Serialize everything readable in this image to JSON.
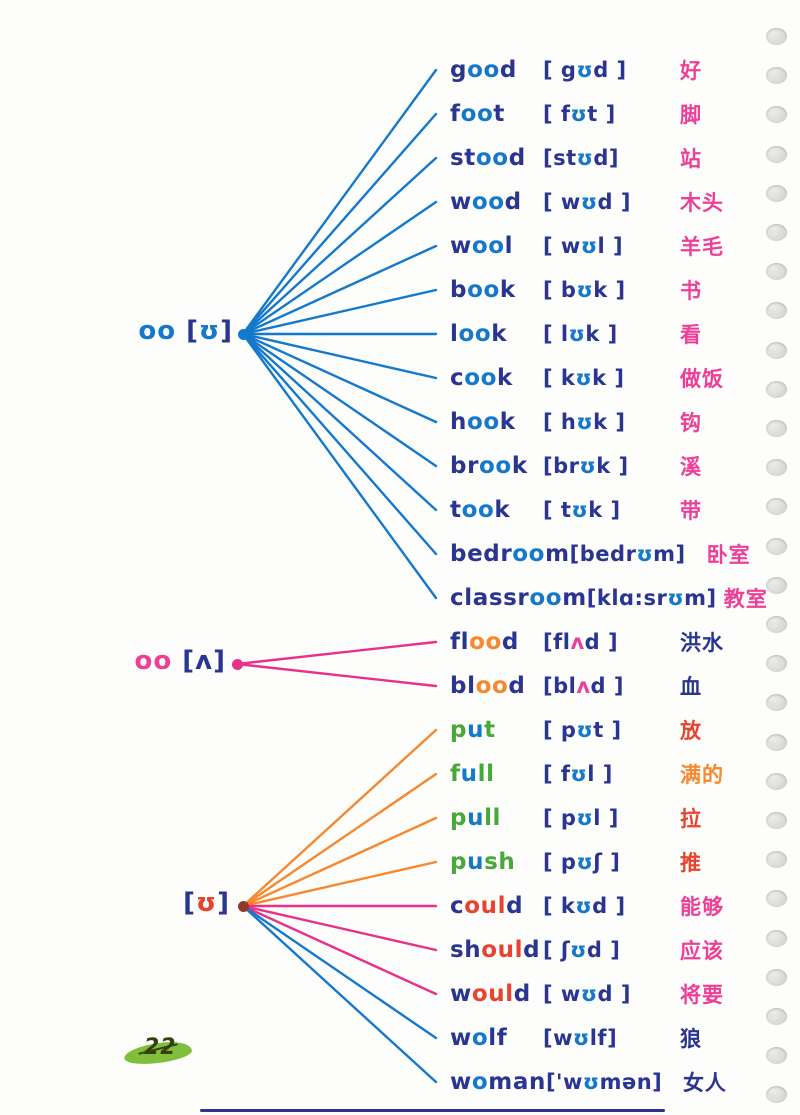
{
  "page": {
    "number": "22"
  },
  "colors": {
    "navy": "#2a3592",
    "blue": "#1479cc",
    "pink": "#ee3f97",
    "deep_pink": "#e9308a",
    "orange": "#f6882f",
    "red": "#e8432e",
    "green": "#49a83a",
    "maroon": "#8f3a28",
    "highlight_green": "#76b82a"
  },
  "binding": {
    "hole_count": 28
  },
  "groups": [
    {
      "label": [
        [
          "oo",
          "blue"
        ],
        [
          " [",
          "navy"
        ],
        [
          "ʊ",
          "blue"
        ],
        [
          "]",
          "navy"
        ]
      ],
      "line": "blue",
      "dot": "blue",
      "rows": [
        {
          "word": [
            [
              "g",
              "navy"
            ],
            [
              "oo",
              "blue"
            ],
            [
              "d",
              "navy"
            ]
          ],
          "phonetic": [
            [
              "[ g",
              "navy"
            ],
            [
              "ʊ",
              "blue"
            ],
            [
              "d ]",
              "navy"
            ]
          ],
          "meaning": [
            [
              "好",
              "pink"
            ]
          ]
        },
        {
          "word": [
            [
              "f",
              "navy"
            ],
            [
              "oo",
              "blue"
            ],
            [
              "t",
              "navy"
            ]
          ],
          "phonetic": [
            [
              "[ f",
              "navy"
            ],
            [
              "ʊ",
              "blue"
            ],
            [
              "t ]",
              "navy"
            ]
          ],
          "meaning": [
            [
              "脚",
              "pink"
            ]
          ]
        },
        {
          "word": [
            [
              "st",
              "navy"
            ],
            [
              "oo",
              "blue"
            ],
            [
              "d",
              "navy"
            ]
          ],
          "phonetic": [
            [
              "[st",
              "navy"
            ],
            [
              "ʊ",
              "blue"
            ],
            [
              "d]",
              "navy"
            ]
          ],
          "meaning": [
            [
              "站",
              "pink"
            ]
          ]
        },
        {
          "word": [
            [
              "w",
              "navy"
            ],
            [
              "oo",
              "blue"
            ],
            [
              "d",
              "navy"
            ]
          ],
          "phonetic": [
            [
              "[ w",
              "navy"
            ],
            [
              "ʊ",
              "blue"
            ],
            [
              "d ]",
              "navy"
            ]
          ],
          "meaning": [
            [
              "木头",
              "pink"
            ]
          ]
        },
        {
          "word": [
            [
              "w",
              "navy"
            ],
            [
              "oo",
              "blue"
            ],
            [
              "l",
              "navy"
            ]
          ],
          "phonetic": [
            [
              "[ w",
              "navy"
            ],
            [
              "ʊ",
              "blue"
            ],
            [
              "l ]",
              "navy"
            ]
          ],
          "meaning": [
            [
              "羊毛",
              "pink"
            ]
          ]
        },
        {
          "word": [
            [
              "b",
              "navy"
            ],
            [
              "oo",
              "blue"
            ],
            [
              "k",
              "navy"
            ]
          ],
          "phonetic": [
            [
              "[ b",
              "navy"
            ],
            [
              "ʊ",
              "blue"
            ],
            [
              "k ]",
              "navy"
            ]
          ],
          "meaning": [
            [
              "书",
              "pink"
            ]
          ]
        },
        {
          "word": [
            [
              "l",
              "navy"
            ],
            [
              "oo",
              "blue"
            ],
            [
              "k",
              "navy"
            ]
          ],
          "phonetic": [
            [
              "[ l",
              "navy"
            ],
            [
              "ʊ",
              "blue"
            ],
            [
              "k ]",
              "navy"
            ]
          ],
          "meaning": [
            [
              "看",
              "pink"
            ]
          ]
        },
        {
          "word": [
            [
              "c",
              "navy"
            ],
            [
              "oo",
              "blue"
            ],
            [
              "k",
              "navy"
            ]
          ],
          "phonetic": [
            [
              "[ k",
              "navy"
            ],
            [
              "ʊ",
              "blue"
            ],
            [
              "k ]",
              "navy"
            ]
          ],
          "meaning": [
            [
              "做饭",
              "pink"
            ]
          ]
        },
        {
          "word": [
            [
              "h",
              "navy"
            ],
            [
              "oo",
              "blue"
            ],
            [
              "k",
              "navy"
            ]
          ],
          "phonetic": [
            [
              "[ h",
              "navy"
            ],
            [
              "ʊ",
              "blue"
            ],
            [
              "k ]",
              "navy"
            ]
          ],
          "meaning": [
            [
              "钩",
              "pink"
            ]
          ]
        },
        {
          "word": [
            [
              "br",
              "navy"
            ],
            [
              "oo",
              "blue"
            ],
            [
              "k",
              "navy"
            ]
          ],
          "phonetic": [
            [
              "[br",
              "navy"
            ],
            [
              "ʊ",
              "blue"
            ],
            [
              "k ]",
              "navy"
            ]
          ],
          "meaning": [
            [
              "溪",
              "pink"
            ]
          ]
        },
        {
          "word": [
            [
              "t",
              "navy"
            ],
            [
              "oo",
              "blue"
            ],
            [
              "k",
              "navy"
            ]
          ],
          "phonetic": [
            [
              "[ t",
              "navy"
            ],
            [
              "ʊ",
              "blue"
            ],
            [
              "k ]",
              "navy"
            ]
          ],
          "meaning": [
            [
              "带",
              "pink"
            ]
          ]
        },
        {
          "word": [
            [
              "bedr",
              "navy"
            ],
            [
              "oo",
              "blue"
            ],
            [
              "m",
              "navy"
            ]
          ],
          "phonetic": [
            [
              "[bedr",
              "navy"
            ],
            [
              "ʊ",
              "blue"
            ],
            [
              "m]",
              "navy"
            ]
          ],
          "meaning": [
            [
              "卧室",
              "pink"
            ]
          ]
        },
        {
          "word": [
            [
              "classr",
              "navy"
            ],
            [
              "oo",
              "blue"
            ],
            [
              "m",
              "navy"
            ]
          ],
          "phonetic": [
            [
              "[klɑ:sr",
              "navy"
            ],
            [
              "ʊ",
              "blue"
            ],
            [
              "m]",
              "navy"
            ]
          ],
          "meaning": [
            [
              "教室",
              "pink"
            ]
          ]
        }
      ]
    },
    {
      "label": [
        [
          "oo",
          "pink"
        ],
        [
          " [",
          "navy"
        ],
        [
          "ʌ",
          "navy"
        ],
        [
          "]",
          "navy"
        ]
      ],
      "line": "deep_pink",
      "dot": "deep_pink",
      "rows": [
        {
          "word": [
            [
              "fl",
              "navy"
            ],
            [
              "oo",
              "orange"
            ],
            [
              "d",
              "navy"
            ]
          ],
          "phonetic": [
            [
              "[fl",
              "navy"
            ],
            [
              "ʌ",
              "pink"
            ],
            [
              "d ]",
              "navy"
            ]
          ],
          "meaning": [
            [
              "洪水",
              "navy"
            ]
          ]
        },
        {
          "word": [
            [
              "bl",
              "navy"
            ],
            [
              "oo",
              "orange"
            ],
            [
              "d",
              "navy"
            ]
          ],
          "phonetic": [
            [
              "[bl",
              "navy"
            ],
            [
              "ʌ",
              "pink"
            ],
            [
              "d ]",
              "navy"
            ]
          ],
          "meaning": [
            [
              "血",
              "navy"
            ]
          ]
        }
      ]
    },
    {
      "label": [
        [
          "[",
          "navy"
        ],
        [
          "ʊ",
          "red"
        ],
        [
          "]",
          "navy"
        ]
      ],
      "line": "blue",
      "dot": "maroon",
      "rows": [
        {
          "line": "orange",
          "word": [
            [
              "p",
              "green"
            ],
            [
              "u",
              "blue"
            ],
            [
              "t",
              "green"
            ]
          ],
          "phonetic": [
            [
              "[ p",
              "navy"
            ],
            [
              "ʊ",
              "blue"
            ],
            [
              "t ]",
              "navy"
            ]
          ],
          "meaning": [
            [
              "放",
              "red"
            ]
          ]
        },
        {
          "line": "orange",
          "word": [
            [
              "f",
              "green"
            ],
            [
              "u",
              "blue"
            ],
            [
              "ll",
              "green"
            ]
          ],
          "phonetic": [
            [
              "[ f",
              "navy"
            ],
            [
              "ʊ",
              "blue"
            ],
            [
              "l ]",
              "navy"
            ]
          ],
          "meaning": [
            [
              "满的",
              "orange"
            ]
          ]
        },
        {
          "line": "orange",
          "word": [
            [
              "p",
              "green"
            ],
            [
              "u",
              "blue"
            ],
            [
              "ll",
              "green"
            ]
          ],
          "phonetic": [
            [
              "[ p",
              "navy"
            ],
            [
              "ʊ",
              "blue"
            ],
            [
              "l ]",
              "navy"
            ]
          ],
          "meaning": [
            [
              "拉",
              "red"
            ]
          ]
        },
        {
          "line": "orange",
          "word": [
            [
              "p",
              "green"
            ],
            [
              "u",
              "blue"
            ],
            [
              "sh",
              "green"
            ]
          ],
          "phonetic": [
            [
              "[ p",
              "navy"
            ],
            [
              "ʊ",
              "blue"
            ],
            [
              "ʃ ]",
              "navy"
            ]
          ],
          "meaning": [
            [
              "推",
              "red"
            ]
          ]
        },
        {
          "line": "deep_pink",
          "word": [
            [
              "c",
              "navy"
            ],
            [
              "oul",
              "red"
            ],
            [
              "d",
              "navy"
            ]
          ],
          "phonetic": [
            [
              "[ k",
              "navy"
            ],
            [
              "ʊ",
              "blue"
            ],
            [
              "d ]",
              "navy"
            ]
          ],
          "meaning": [
            [
              "能够",
              "pink"
            ]
          ]
        },
        {
          "line": "deep_pink",
          "word": [
            [
              "sh",
              "navy"
            ],
            [
              "oul",
              "red"
            ],
            [
              "d",
              "navy"
            ]
          ],
          "phonetic": [
            [
              "[ ʃ",
              "navy"
            ],
            [
              "ʊ",
              "blue"
            ],
            [
              "d ]",
              "navy"
            ]
          ],
          "meaning": [
            [
              "应该",
              "pink"
            ]
          ]
        },
        {
          "line": "deep_pink",
          "word": [
            [
              "w",
              "navy"
            ],
            [
              "oul",
              "red"
            ],
            [
              "d",
              "navy"
            ]
          ],
          "phonetic": [
            [
              "[ w",
              "navy"
            ],
            [
              "ʊ",
              "blue"
            ],
            [
              "d ]",
              "navy"
            ]
          ],
          "meaning": [
            [
              "将要",
              "pink"
            ]
          ]
        },
        {
          "line": "blue",
          "word": [
            [
              "w",
              "navy"
            ],
            [
              "o",
              "blue"
            ],
            [
              "lf",
              "navy"
            ]
          ],
          "phonetic": [
            [
              "[w",
              "navy"
            ],
            [
              "ʊ",
              "blue"
            ],
            [
              "lf]",
              "navy"
            ]
          ],
          "meaning": [
            [
              "狼",
              "navy"
            ]
          ]
        },
        {
          "line": "blue",
          "word": [
            [
              "w",
              "navy"
            ],
            [
              "o",
              "blue"
            ],
            [
              "man",
              "navy"
            ]
          ],
          "phonetic": [
            [
              "['w",
              "navy"
            ],
            [
              "ʊ",
              "blue"
            ],
            [
              "mən]",
              "navy"
            ]
          ],
          "meaning": [
            [
              "女人",
              "navy"
            ]
          ]
        }
      ]
    }
  ]
}
